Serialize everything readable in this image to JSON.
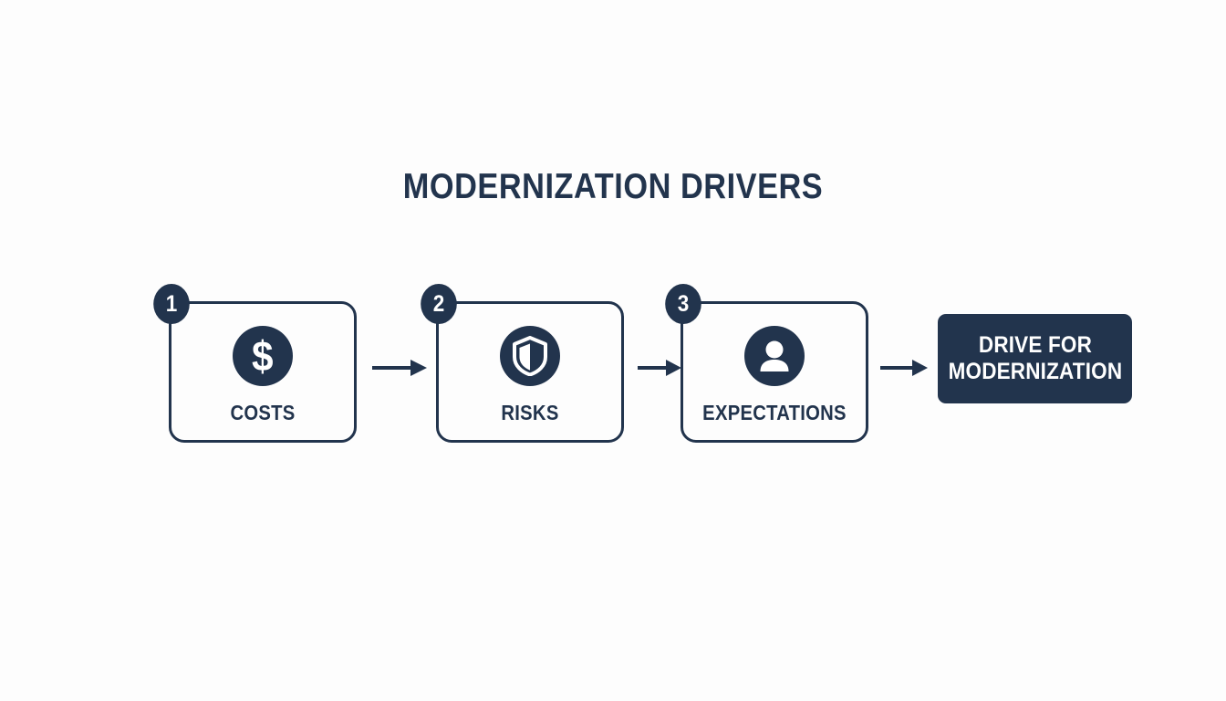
{
  "slide": {
    "title": "MODERNIZATION DRIVERS",
    "background_color": "#fdfdfd",
    "accent_color": "#22344d"
  },
  "flow": {
    "steps": [
      {
        "number": "1",
        "label": "COSTS",
        "icon": "dollar-sign-icon",
        "glyph": "$"
      },
      {
        "number": "2",
        "label": "RISKS",
        "icon": "shield-icon",
        "glyph": ""
      },
      {
        "number": "3",
        "label": "EXPECTATIONS",
        "icon": "person-icon",
        "glyph": ""
      }
    ],
    "connectors": [
      {
        "name": "arrow-1",
        "glyph": "→"
      },
      {
        "name": "arrow-2",
        "glyph": "→"
      },
      {
        "name": "arrow-3",
        "glyph": "→"
      }
    ],
    "result": {
      "line1": "DRIVE FOR",
      "line2": "MODERNIZATION"
    }
  }
}
